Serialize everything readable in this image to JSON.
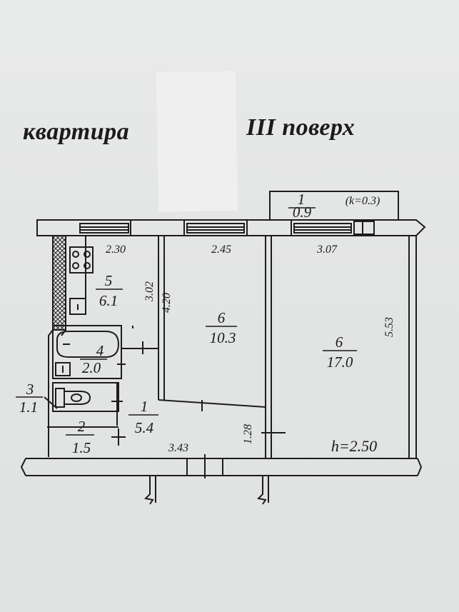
{
  "header": {
    "left_title": "квартира",
    "right_title": "III  поверх"
  },
  "balcony": {
    "number": "1",
    "area": "0.9",
    "coef": "(k=0.3)"
  },
  "rooms": {
    "kitchen": {
      "number": "5",
      "area": "6.1"
    },
    "room_mid": {
      "number": "6",
      "area": "10.3"
    },
    "room_big": {
      "number": "6",
      "area": "17.0"
    },
    "bath": {
      "number": "4",
      "area": "2.0"
    },
    "wc": {
      "number": "3",
      "area": "1.1"
    },
    "hall": {
      "number": "1",
      "area": "5.4"
    },
    "closet": {
      "number": "2",
      "area": "1.5"
    }
  },
  "dimensions": {
    "kitchen_width": "2.30",
    "room_mid_width": "2.45",
    "room_big_width": "3.07",
    "kitchen_depth": "3.02",
    "room_mid_depth": "4.20",
    "room_big_depth": "5.53",
    "hall_width": "3.43",
    "passage_depth": "1.28"
  },
  "ceiling_height": "h=2.50"
}
